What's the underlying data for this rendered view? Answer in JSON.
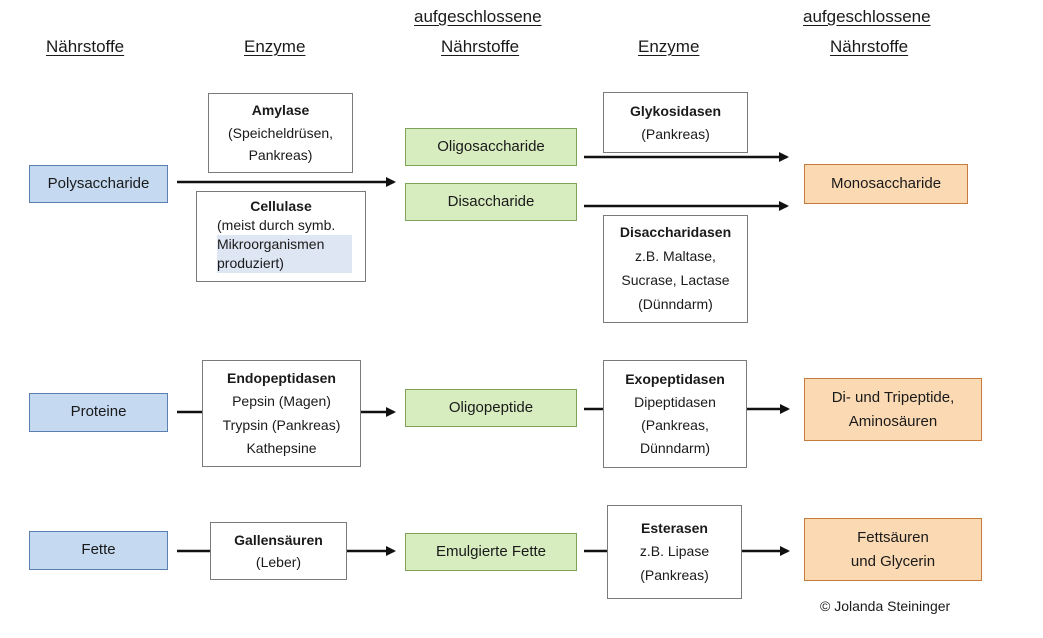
{
  "headers": {
    "col1": "Nährstoffe",
    "col2": "Enzyme",
    "col3_top": "aufgeschlossene",
    "col3_bottom": "Nährstoffe",
    "col4": "Enzyme",
    "col5_top": "aufgeschlossene",
    "col5_bottom": "Nährstoffe"
  },
  "row1": {
    "nutrient": "Polysaccharide",
    "enzyme_a": {
      "title": "Amylase",
      "lines": [
        "(Speicheldrüsen,",
        "Pankreas)"
      ]
    },
    "enzyme_b": {
      "title": "Cellulase",
      "lines": [
        "(meist durch symb.",
        "Mikroorganismen",
        "produziert)"
      ]
    },
    "product_a": "Oligosaccharide",
    "product_b": "Disaccharide",
    "enzyme_c": {
      "title": "Glykosidasen",
      "lines": [
        "(Pankreas)"
      ]
    },
    "enzyme_d": {
      "title": "Disaccharidasen",
      "lines": [
        "z.B. Maltase,",
        "Sucrase, Lactase",
        "(Dünndarm)"
      ]
    },
    "final": "Monosaccharide"
  },
  "row2": {
    "nutrient": "Proteine",
    "enzyme_a": {
      "title": "Endopeptidasen",
      "lines": [
        "Pepsin (Magen)",
        "Trypsin (Pankreas)",
        "Kathepsine"
      ]
    },
    "product": "Oligopeptide",
    "enzyme_b": {
      "title": "Exopeptidasen",
      "lines": [
        "Dipeptidasen",
        "(Pankreas,",
        "Dünndarm)"
      ]
    },
    "final_lines": [
      "Di- und Tripeptide,",
      "Aminosäuren"
    ]
  },
  "row3": {
    "nutrient": "Fette",
    "enzyme_a": {
      "title": "Gallensäuren",
      "lines": [
        "(Leber)"
      ]
    },
    "product": "Emulgierte Fette",
    "enzyme_b": {
      "title": "Esterasen",
      "lines": [
        "z.B. Lipase",
        "(Pankreas)"
      ]
    },
    "final_lines": [
      "Fettsäuren",
      "und Glycerin"
    ]
  },
  "copyright": "© Jolanda Steininger",
  "colors": {
    "nutrient": "#c5d9f1",
    "product": "#d7ecbf",
    "final": "#fbd9b3"
  }
}
